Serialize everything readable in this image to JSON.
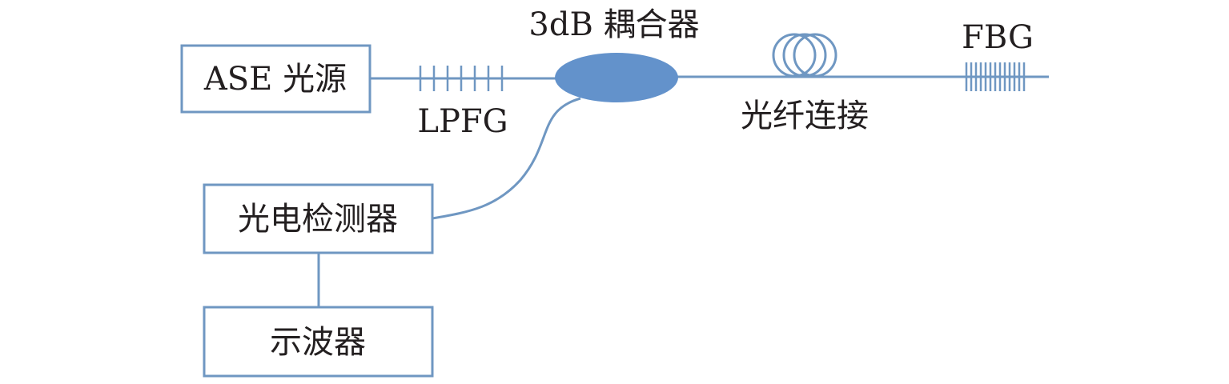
{
  "components": {
    "ase_source": "ASE 光源",
    "lpfg": "LPFG",
    "coupler": "3dB 耦合器",
    "fiber_connection": "光纤连接",
    "fbg": "FBG",
    "photodetector": "光电检测器",
    "oscilloscope": "示波器"
  },
  "colors": {
    "line": "#6f97c2",
    "coupler_fill": "#6392cb",
    "text": "#231f20"
  }
}
